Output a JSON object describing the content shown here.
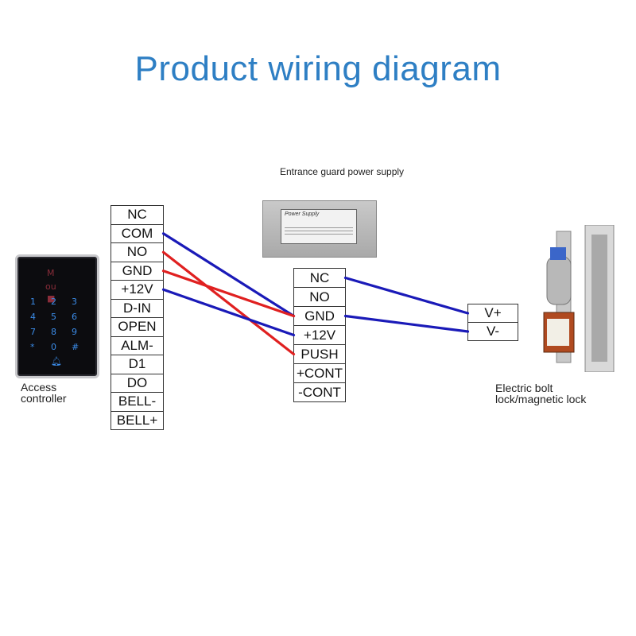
{
  "title": "Product wiring diagram",
  "devices": {
    "controller_label": [
      "Access",
      "controller"
    ],
    "power_supply_label": "Entrance guard power supply",
    "power_supply_face": "Power Supply",
    "lock_label": [
      "Electric bolt",
      "lock/magnetic lock"
    ]
  },
  "controller_terminals": [
    "NC",
    "COM",
    "NO",
    "GND",
    "+12V",
    "D-IN",
    "OPEN",
    "ALM-",
    "D1",
    "DO",
    "BELL-",
    "BELL+"
  ],
  "power_supply_terminals": [
    "NC",
    "NO",
    "GND",
    "+12V",
    "PUSH",
    "+CONT",
    "-CONT"
  ],
  "lock_terminals": [
    "V+",
    "V-"
  ],
  "keypad_keys": [
    "1",
    "2",
    "3",
    "4",
    "5",
    "6",
    "7",
    "8",
    "9",
    "*",
    "0",
    "#"
  ],
  "connections": [
    {
      "from": "controller.COM",
      "to": "power_supply.GND",
      "color": "#1a1ab8"
    },
    {
      "from": "controller.NO",
      "to": "power_supply.PUSH",
      "color": "#e02020"
    },
    {
      "from": "controller.GND",
      "to": "power_supply.GND",
      "color": "#e02020"
    },
    {
      "from": "controller.+12V",
      "to": "power_supply.+12V",
      "color": "#1a1ab8"
    },
    {
      "from": "power_supply.NC",
      "to": "lock.V+",
      "color": "#1a1ab8"
    },
    {
      "from": "power_supply.GND",
      "to": "lock.V-",
      "color": "#1a1ab8"
    }
  ],
  "colors": {
    "title": "#2e7fc4",
    "wire_blue": "#1a1ab8",
    "wire_red": "#e02020"
  }
}
